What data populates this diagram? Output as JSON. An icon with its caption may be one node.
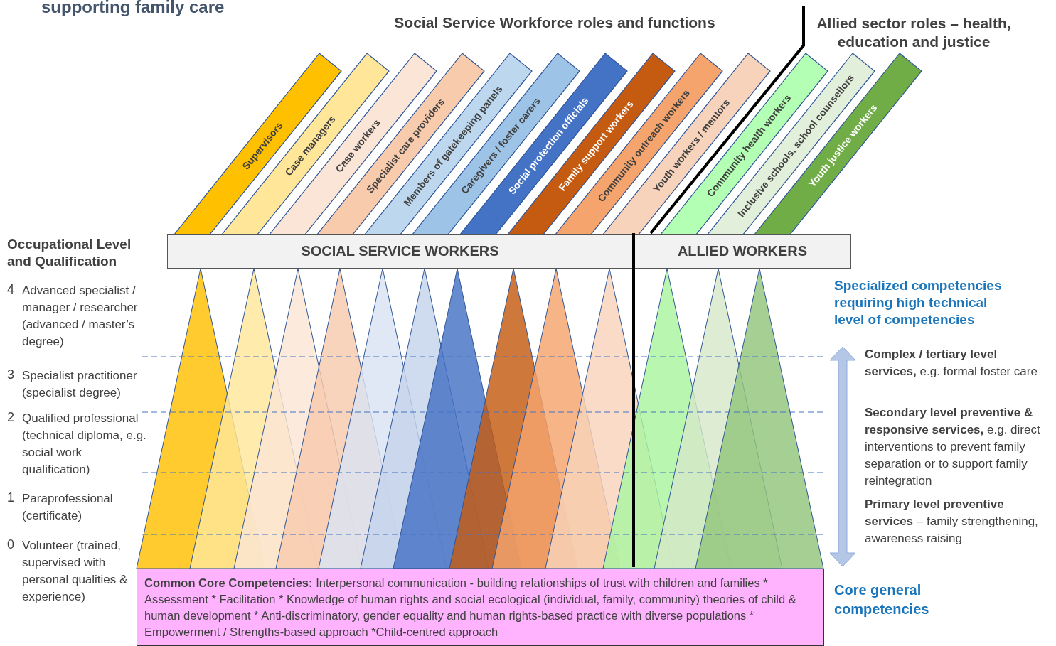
{
  "diagram": {
    "title": "supporting family care",
    "nodes": [
      {
        "text": [
          "Supervisors"
        ]
      },
      {
        "text": [
          "Case managers"
        ]
      },
      {
        "text": [
          "Case workers"
        ]
      },
      {
        "text": [
          "Specialist care providers"
        ]
      },
      {
        "text": [
          "Members of gatekeeping panels"
        ]
      },
      {
        "text": [
          "Caregivers / foster carers"
        ]
      },
      {
        "text": [
          "Social protection officials"
        ]
      },
      {
        "text": [
          "Family support workers"
        ]
      },
      {
        "text": [
          "Community outreach workers"
        ]
      },
      {
        "text": [
          "Youth workers / mentors"
        ]
      },
      {
        "text": [
          "Community health workers"
        ]
      },
      {
        "text": [
          "Inclusive schools, school counsellors"
        ]
      },
      {
        "text": [
          "Youth justice workers"
        ]
      },
      {
        "text": [
          "SOCIAL SERVICE WORKERS"
        ]
      },
      {
        "text": [
          "ALLIED WORKERS"
        ]
      },
      {
        "text": [
          "**Common Core Competencies:** Interpersonal communication - building relationships of trust with children and families * Assessment * Facilitation  *  Knowledge of human rights and social ecological (individual, family, community) theories of child & human development  *  Anti-discriminatory, gender equality and human rights-based practice with diverse populations *  Empowerment / Strengths-based approach *Child-centred approach"
        ]
      }
    ],
    "labels": [
      "Social Service Workforce roles and functions",
      "Allied sector roles – health, education and justice",
      "Occupational Level and Qualification",
      "4",
      "Advanced specialist / manager / researcher (advanced / master’s degree)",
      "3",
      "Specialist practitioner (specialist degree)",
      "2",
      "Qualified professional (technical diploma, e.g. social work qualification)",
      "1",
      "Paraprofessional (certificate)",
      "0",
      "Volunteer (trained, supervised with personal qualities & experience)",
      "Specialized competencies requiring high technical level of competencies",
      "**Complex / tertiary level services,** e.g. formal foster care",
      "**Secondary level preventive & responsive services,** e.g. direct interventions to prevent family separation or to support family reintegration",
      "**Primary level preventive services** – family strengthening, awareness raising",
      "Core general competencies"
    ]
  }
}
